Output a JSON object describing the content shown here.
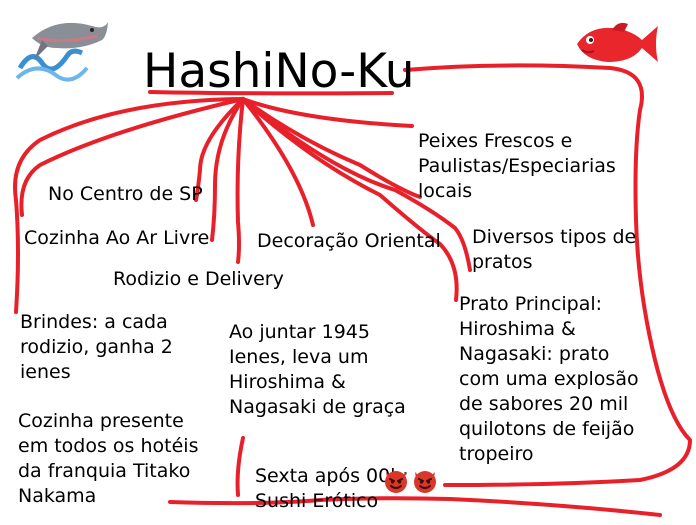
{
  "title": "HashiNo-Ku",
  "nodes": {
    "centro": "No Centro de SP",
    "cozinha_ar": "Cozinha Ao Ar Livre",
    "rodizio": "Rodizio e Delivery",
    "decoracao": "Decoração Oriental",
    "peixes": "Peixes Frescos e\nPaulistas/Especiarias\nlocais",
    "diversos": "Diversos tipos de\npratos",
    "brindes": "Brindes: a cada\nrodizio, ganha 2\nienes",
    "ienes": "Ao juntar 1945\nIenes, leva um\nHiroshima &\nNagasaki de graça",
    "prato": "Prato Principal:\nHiroshima &\nNagasaki: prato\ncom uma explosão\nde sabores 20 mil\nquilotons de feijão\ntropeiro",
    "cozinha_presente": "Cozinha presente\nem todos os hotéis\nda franquia Titako\nNakama",
    "sexta": "Sexta após 00h:\nSushi Erótico"
  },
  "icons": [
    "fish-splash-icon",
    "red-fish-icon",
    "devil-face-icon",
    "devil-face-icon"
  ],
  "colors": {
    "lines": "#e8202a",
    "fish_red": "#e8262c",
    "devil": "#d9372b"
  }
}
